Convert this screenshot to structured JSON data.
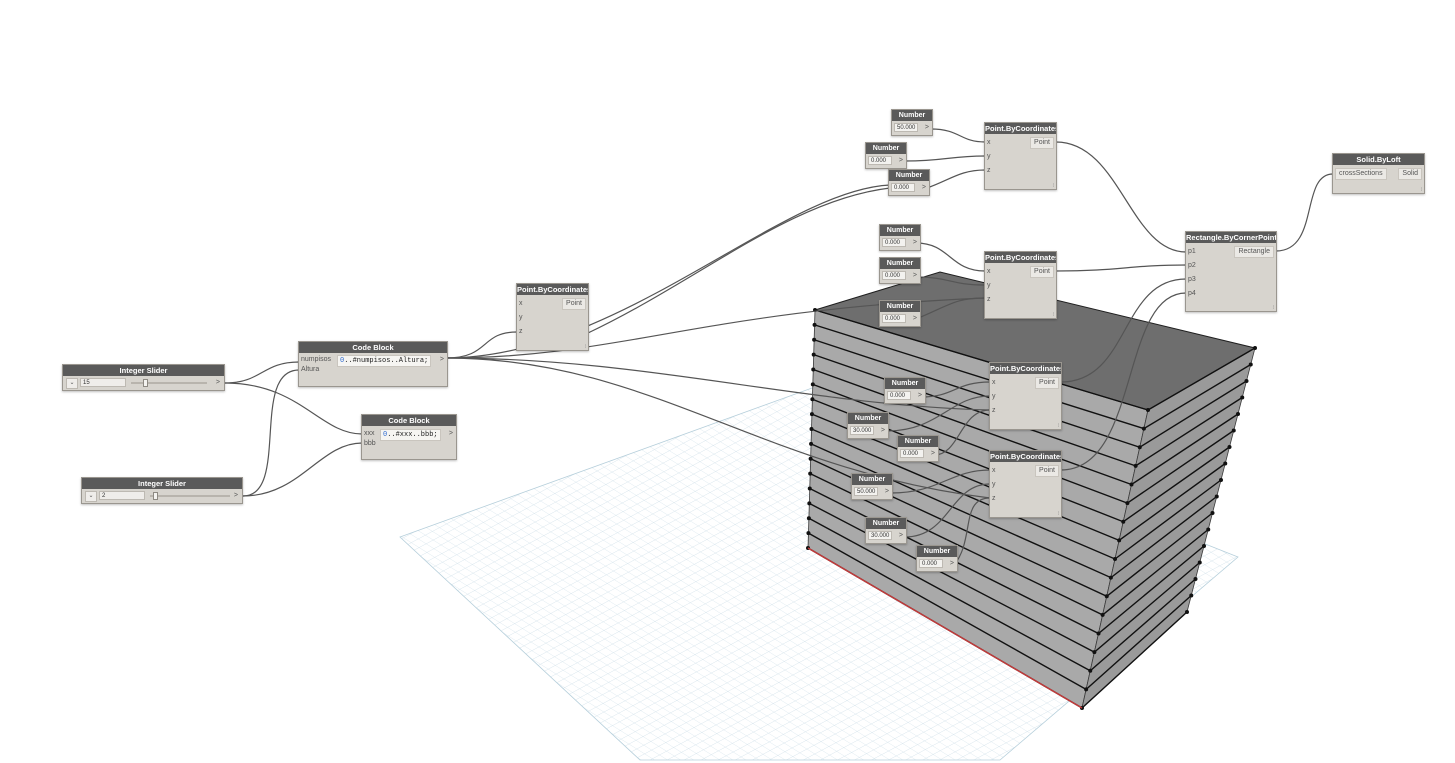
{
  "colors": {
    "canvas_background": "#ffffff",
    "grid_line": "#c9dce6",
    "node_body": "#d7d4ce",
    "node_header": "#5a5a5a",
    "wire": "#555555",
    "geometry_face": "#a6a6a6",
    "geometry_top": "#6e6e6e",
    "highlight_edge": "#c43a3a",
    "code_number": "#2f6bd1"
  },
  "nodes": {
    "slider1": {
      "title": "Integer Slider",
      "toggle": "⌄",
      "value": "15",
      "out": ">",
      "position_fraction": 0.58
    },
    "slider2": {
      "title": "Integer Slider",
      "toggle": "⌄",
      "value": "2",
      "out": ">",
      "position_fraction": 0.48
    },
    "code_block_1": {
      "title": "Code Block",
      "inputs": [
        "numpisos",
        "Altura"
      ],
      "code_num": "0",
      "code_rest": "..#numpisos..Altura;",
      "out": ">"
    },
    "code_block_2": {
      "title": "Code Block",
      "inputs": [
        "xxx",
        "bbb"
      ],
      "code_num": "0",
      "code_rest": "..#xxx..bbb;",
      "out": ">"
    },
    "point_main": {
      "title": "Point.ByCoordinates",
      "inputs": [
        "x",
        "y",
        "z"
      ],
      "output": "Point",
      "lacing": "⁞"
    },
    "point_1": {
      "title": "Point.ByCoordinates",
      "inputs": [
        "x",
        "y",
        "z"
      ],
      "output": "Point",
      "lacing": "⁞"
    },
    "point_2": {
      "title": "Point.ByCoordinates",
      "inputs": [
        "x",
        "y",
        "z"
      ],
      "output": "Point",
      "lacing": "⁞"
    },
    "point_3": {
      "title": "Point.ByCoordinates",
      "inputs": [
        "x",
        "y",
        "z"
      ],
      "output": "Point",
      "lacing": "⁞"
    },
    "point_4": {
      "title": "Point.ByCoordinates",
      "inputs": [
        "x",
        "y",
        "z"
      ],
      "output": "Point",
      "lacing": "⁞"
    },
    "rectangle": {
      "title": "Rectangle.ByCornerPoints",
      "inputs": [
        "p1",
        "p2",
        "p3",
        "p4"
      ],
      "output": "Rectangle",
      "lacing": "⁞"
    },
    "solid": {
      "title": "Solid.ByLoft",
      "inputs": [
        "crossSections"
      ],
      "output": "Solid",
      "lacing": "⁞"
    },
    "numbers": [
      {
        "id": "n1",
        "title": "Number",
        "value": "50.000",
        "out": ">"
      },
      {
        "id": "n2",
        "title": "Number",
        "value": "0.000",
        "out": ">"
      },
      {
        "id": "n3",
        "title": "Number",
        "value": "0.000",
        "out": ">"
      },
      {
        "id": "n4",
        "title": "Number",
        "value": "0.000",
        "out": ">"
      },
      {
        "id": "n5",
        "title": "Number",
        "value": "0.000",
        "out": ">"
      },
      {
        "id": "n6",
        "title": "Number",
        "value": "0.000",
        "out": ">"
      },
      {
        "id": "n7",
        "title": "Number",
        "value": "0.000",
        "out": ">"
      },
      {
        "id": "n8",
        "title": "Number",
        "value": "30.000",
        "out": ">"
      },
      {
        "id": "n9",
        "title": "Number",
        "value": "0.000",
        "out": ">"
      },
      {
        "id": "n10",
        "title": "Number",
        "value": "50.000",
        "out": ">"
      },
      {
        "id": "n11",
        "title": "Number",
        "value": "30.000",
        "out": ">"
      },
      {
        "id": "n12",
        "title": "Number",
        "value": "0.000",
        "out": ">"
      }
    ]
  }
}
